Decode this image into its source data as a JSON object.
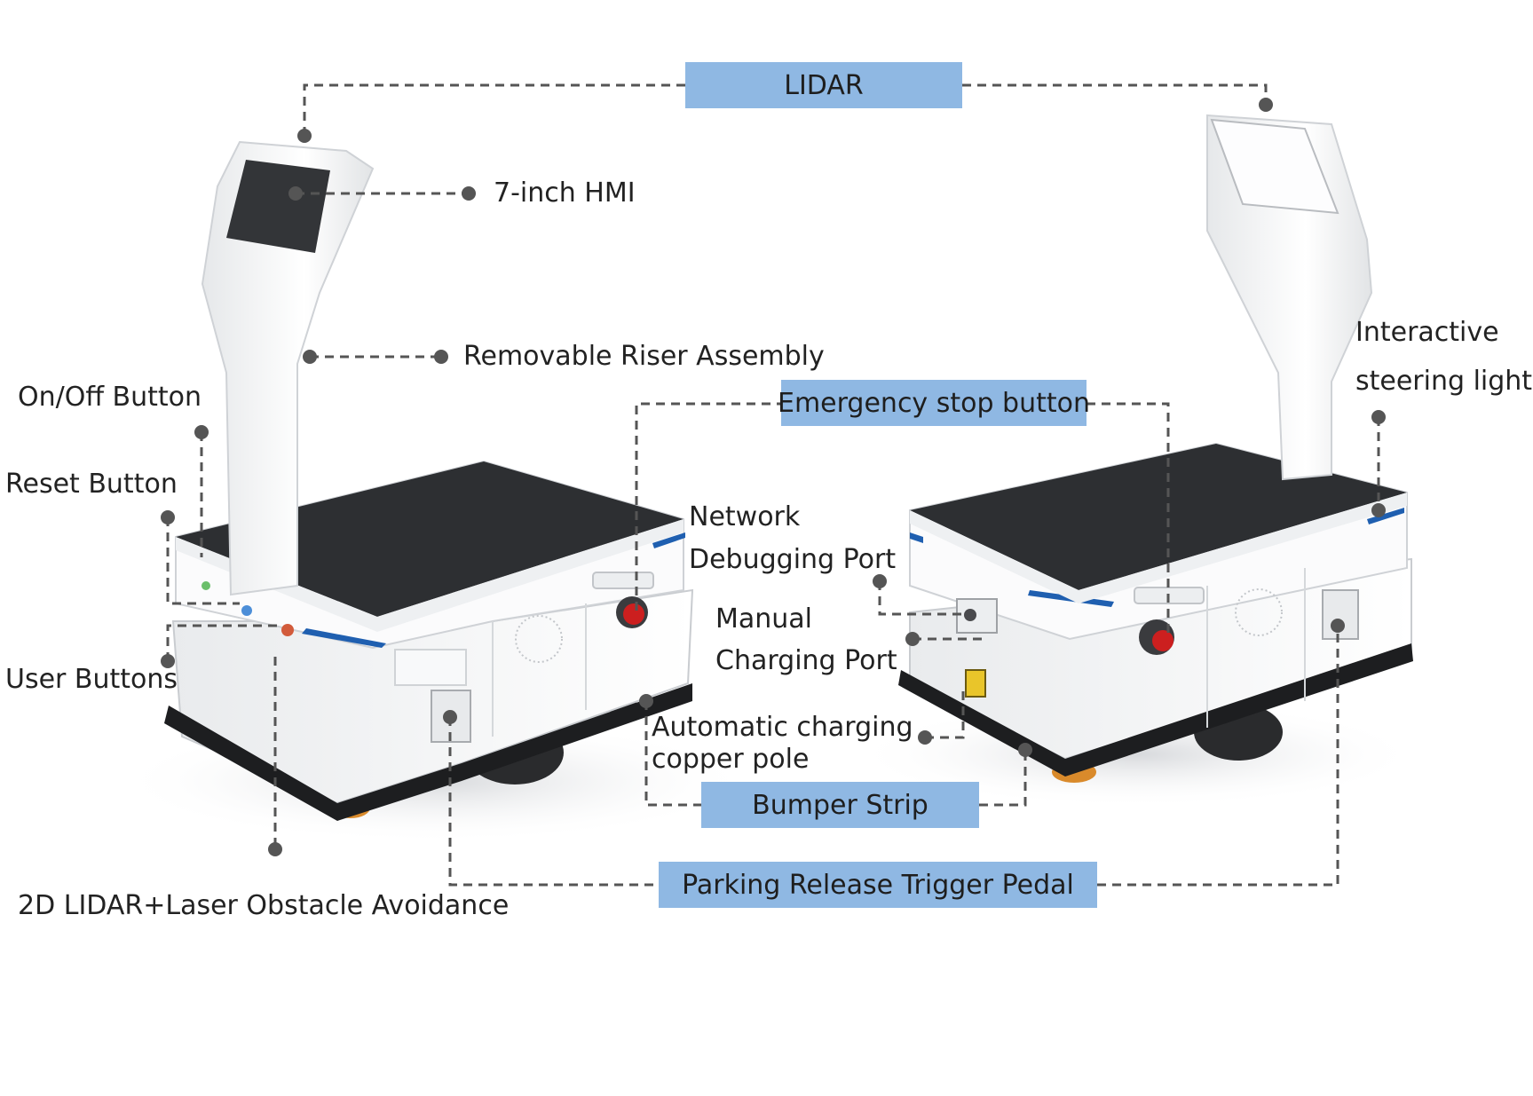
{
  "labels": {
    "lidar": "LIDAR",
    "hmi": "7-inch HMI",
    "riser": "Removable Riser Assembly",
    "onoff": "On/Off Button",
    "reset": "Reset Button",
    "user_buttons": "User Buttons",
    "lidar_2d": "2D LIDAR+Laser Obstacle Avoidance",
    "estop": "Emergency stop button",
    "network_1": "Network",
    "network_2": "Debugging Port",
    "manual_1": "Manual",
    "manual_2": "Charging Port",
    "auto_1": "Automatic charging",
    "auto_2": "copper pole",
    "bumper": "Bumper Strip",
    "parking": "Parking Release Trigger Pedal",
    "steer_1": "Interactive",
    "steer_2": "steering light"
  },
  "colors": {
    "label_box": "#8fb8e3",
    "leader": "#555555",
    "robot_body": "#f4f5f6",
    "robot_top": "#2d2f32",
    "accent_blue": "#1f5fb0",
    "estop_red": "#cc1f1f"
  }
}
